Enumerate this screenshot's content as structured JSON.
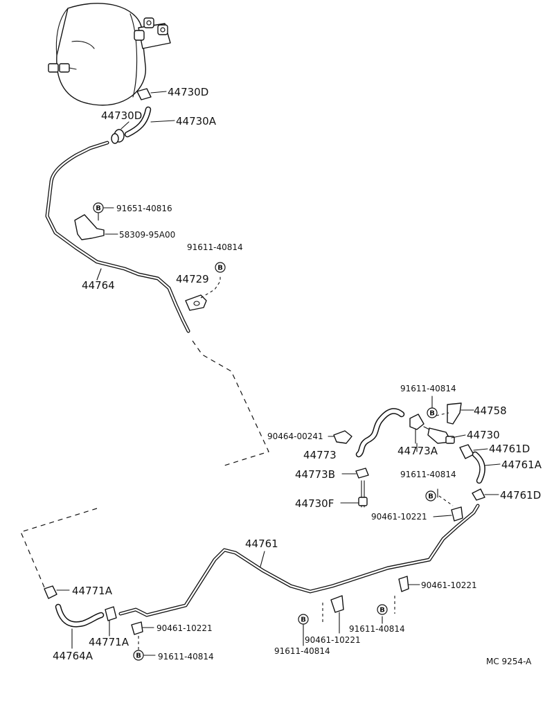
{
  "labels": [
    {
      "id": "p44730D-top",
      "text": "44730D",
      "size": "big"
    },
    {
      "id": "p44730D-left",
      "text": "44730D",
      "size": "big"
    },
    {
      "id": "p44730A",
      "text": "44730A",
      "size": "big"
    },
    {
      "id": "p91651-40816",
      "text": "91651-40816",
      "size": "sm"
    },
    {
      "id": "p58309-95A00",
      "text": "58309-95A00",
      "size": "sm"
    },
    {
      "id": "p91611-40814-a",
      "text": "91611-40814",
      "size": "sm"
    },
    {
      "id": "p44729",
      "text": "44729",
      "size": "big"
    },
    {
      "id": "p44764",
      "text": "44764",
      "size": "big"
    },
    {
      "id": "p91611-40814-b",
      "text": "91611-40814",
      "size": "sm"
    },
    {
      "id": "p44758",
      "text": "44758",
      "size": "big"
    },
    {
      "id": "p90464-00241",
      "text": "90464-00241",
      "size": "sm"
    },
    {
      "id": "p44730",
      "text": "44730",
      "size": "big"
    },
    {
      "id": "p44773",
      "text": "44773",
      "size": "big"
    },
    {
      "id": "p44773A",
      "text": "44773A",
      "size": "big"
    },
    {
      "id": "p44761D-a",
      "text": "44761D",
      "size": "big"
    },
    {
      "id": "p44761A",
      "text": "44761A",
      "size": "big"
    },
    {
      "id": "p44773B",
      "text": "44773B",
      "size": "big"
    },
    {
      "id": "p91611-40814-c",
      "text": "91611-40814",
      "size": "sm"
    },
    {
      "id": "p44761D-b",
      "text": "44761D",
      "size": "big"
    },
    {
      "id": "p44730F",
      "text": "44730F",
      "size": "big"
    },
    {
      "id": "p90461-10221-a",
      "text": "90461-10221",
      "size": "sm"
    },
    {
      "id": "p44761",
      "text": "44761",
      "size": "big"
    },
    {
      "id": "p44771A-a",
      "text": "44771A",
      "size": "big"
    },
    {
      "id": "p90461-10221-b",
      "text": "90461-10221",
      "size": "sm"
    },
    {
      "id": "p44771A-b",
      "text": "44771A",
      "size": "big"
    },
    {
      "id": "p90461-10221-c",
      "text": "90461-10221",
      "size": "sm"
    },
    {
      "id": "p44764A",
      "text": "44764A",
      "size": "big"
    },
    {
      "id": "p91611-40814-d",
      "text": "91611-40814",
      "size": "sm"
    },
    {
      "id": "p91611-40814-e",
      "text": "91611-40814",
      "size": "sm"
    },
    {
      "id": "p90461-10221-d",
      "text": "90461-10221",
      "size": "sm"
    },
    {
      "id": "p91611-40814-f",
      "text": "91611-40814",
      "size": "sm"
    },
    {
      "id": "code",
      "text": "MC  9254-A",
      "size": "sm"
    }
  ],
  "bolt_mark": "B"
}
